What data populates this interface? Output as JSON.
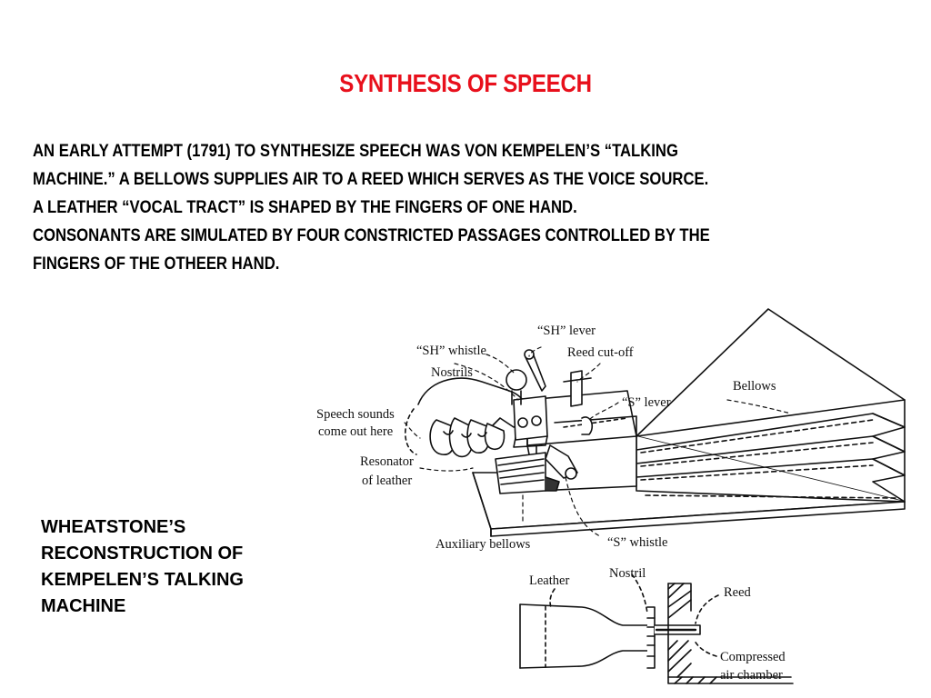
{
  "slide": {
    "title": "SYNTHESIS OF SPEECH",
    "paragraph_lines": [
      "AN EARLY ATTEMPT (1791) TO SYNTHESIZE SPEECH WAS VON KEMPELEN’S “TALKING",
      "MACHINE.”  A BELLOWS SUPPLIES AIR TO A REED  WHICH SERVES AS THE VOICE SOURCE.",
      "A LEATHER “VOCAL TRACT” IS SHAPED BY THE FINGERS OF ONE HAND.",
      "CONSONANTS ARE SIMULATED BY FOUR CONSTRICTED PASSAGES CONTROLLED BY THE",
      "FINGERS OF THE OTHEER HAND."
    ],
    "caption_lines": [
      "WHEATSTONE’S",
      "RECONSTRUCTION OF",
      "KEMPELEN’S TALKING",
      "MACHINE"
    ],
    "title_color": "#e8101c"
  },
  "figure": {
    "labels": {
      "sh_lever": "“SH” lever",
      "sh_whistle": "“SH” whistle",
      "reed_cutoff": "Reed cut-off",
      "nostrils": "Nostrils",
      "s_lever": "“S” lever",
      "bellows": "Bellows",
      "speech_sounds_1": "Speech sounds",
      "speech_sounds_2": "come out here",
      "resonator_1": "Resonator",
      "resonator_2": "of leather",
      "auxiliary_bellows": "Auxiliary bellows",
      "s_whistle": "“S” whistle",
      "leather": "Leather",
      "nostril": "Nostril",
      "reed": "Reed",
      "compressed_1": "Compressed",
      "compressed_2": "air chamber"
    }
  }
}
